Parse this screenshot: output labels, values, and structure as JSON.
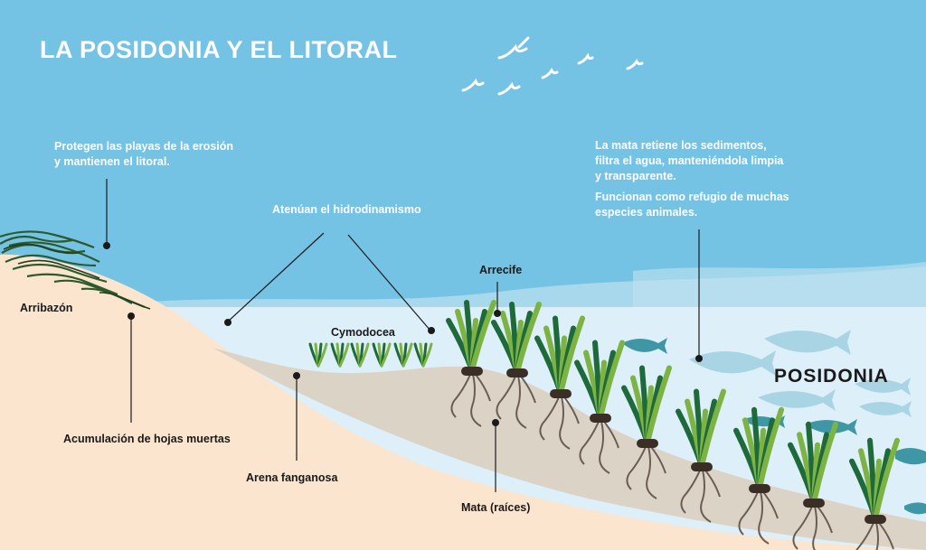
{
  "title": "LA POSIDONIA Y EL  LITORAL",
  "annotations": {
    "protegen": [
      "Protegen las playas de la erosión",
      "y mantienen el litoral."
    ],
    "atenuan": "Atenúan el hidrodinamismo",
    "mata_retiene": [
      "La mata retiene los sedimentos,",
      "filtra el agua, manteniéndola limpia",
      "y transparente."
    ],
    "refugio": [
      "Funcionan como refugio de muchas",
      "especies animales."
    ]
  },
  "labels": {
    "arribazon": "Arribazón",
    "acumulacion": "Acumulación de hojas muertas",
    "arena": "Arena fanganosa",
    "cymodocea": "Cymodocea",
    "arrecife": "Arrecife",
    "mata": "Mata (raíces)",
    "posidonia": "POSIDONIA"
  },
  "colors": {
    "sky": "#74c3e4",
    "water_surface": "#a8d8ec",
    "water": "#ddeff8",
    "sand": "#fbe5cf",
    "mud": "#dcd3c7",
    "seagrass_dark": "#1f6a3a",
    "seagrass_light": "#7cb342",
    "fish": "#a9d4e4",
    "fish_dark": "#3f97a6"
  }
}
